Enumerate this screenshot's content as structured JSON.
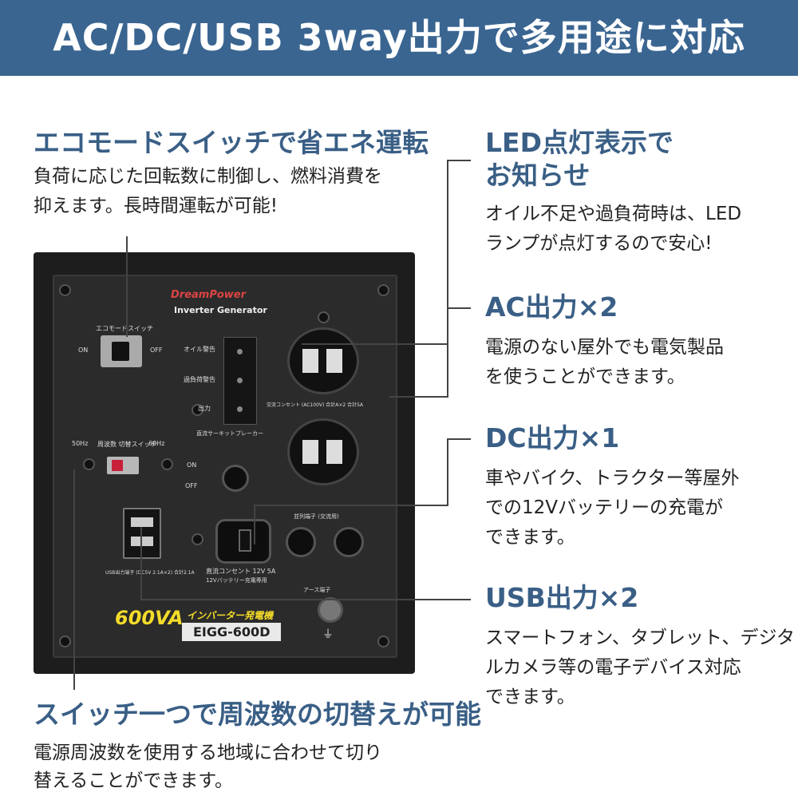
{
  "banner": {
    "title": "AC/DC/USB 3way出力で多用途に対応"
  },
  "eco": {
    "heading": "エコモードスイッチで省エネ運転",
    "lines": [
      "負荷に応じた回転数に制御し、燃料消費を",
      "抑えます。長時間運転が可能!"
    ]
  },
  "led": {
    "heading_lines": [
      "LED点灯表示で",
      "お知らせ"
    ],
    "lines": [
      "オイル不足や過負荷時は、LED",
      "ランプが点灯するので安心!"
    ]
  },
  "ac": {
    "heading": "AC出力×2",
    "lines": [
      "電源のない屋外でも電気製品",
      "を使うことができます。"
    ]
  },
  "dc": {
    "heading": "DC出力×1",
    "lines": [
      "車やバイク、トラクター等屋外",
      "での12Vバッテリーの充電が",
      "できます。"
    ]
  },
  "usb": {
    "heading": "USB出力×2",
    "lines": [
      "スマートフォン、タブレット、デジタ",
      "ルカメラ等の電子デバイス対応",
      "できます。"
    ]
  },
  "freq": {
    "heading": "スイッチ一つで周波数の切替えが可能",
    "lines": [
      "電源周波数を使用する地域に合わせて切り",
      "替えることができます。"
    ]
  },
  "panel": {
    "brand": "DreamPower",
    "subtitle": "Inverter Generator",
    "eco_switch_label": "エコモードスイッチ",
    "on": "ON",
    "off": "OFF",
    "oil_label": "オイル警告",
    "overload_label": "過負荷警告",
    "output_label": "出力",
    "ac_outlet_label": "交流コンセント (AC100V) 合計A×2 合計5A",
    "breaker_label": "直流サーキットブレーカー",
    "hz50": "50Hz",
    "hz60": "60Hz",
    "freq_switch_label": "周波数 切替スイッチ",
    "breaker_on": "ON",
    "breaker_off": "OFF",
    "usb_label": "USB出力端子 (DC5V 2.1A×2) 合計2.1A",
    "dc_label": "直流コンセント 12V 5A",
    "dc_sub": "12Vバッテリー充電専用",
    "parallel_label": "並列端子 (交流用)",
    "earth_label": "アース端子",
    "capacity": "600VA",
    "inverter_badge": "インバーター発電機",
    "model": "EIGG-600D"
  }
}
